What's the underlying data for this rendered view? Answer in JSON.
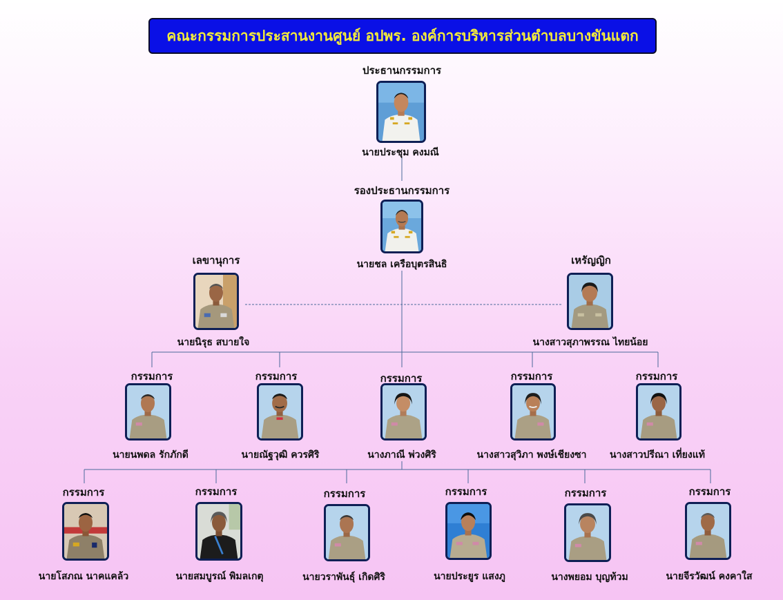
{
  "title": "คณะกรรมการประสานงานศูนย์ อปพร. องค์การบริหารส่วนตำบลบางขันแตก",
  "colors": {
    "title_bg": "#0a10e6",
    "title_text": "#f4ec3a",
    "line": "#4a6a9a",
    "photo_border": "#0e1f55"
  },
  "chairman": {
    "role": "ประธานกรรมการ",
    "name": "นายประชุม  คงมณี",
    "portrait": "person-white-uniform-photo"
  },
  "vice_chairman": {
    "role": "รองประธานกรรมการ",
    "name": "นายชล  เครือบุตรสินธิ",
    "portrait": "person-white-uniform-photo"
  },
  "secretary": {
    "role": "เลขานุการ",
    "name": "นายนิรุธ  สบายใจ",
    "portrait": "person-khaki-uniform-photo"
  },
  "treasurer": {
    "role": "เหรัญญิก",
    "name": "นางสาวสุภาพรรณ  ไทยน้อย",
    "portrait": "person-khaki-uniform-photo"
  },
  "committee_row1": [
    {
      "role": "กรรมการ",
      "name": "นายนพดล   รักภักดี"
    },
    {
      "role": "กรรมการ",
      "name": "นายณัฐวุฒิ  ควรศิริ"
    },
    {
      "role": "กรรมการ",
      "name": "นางภาณี  พ่วงศิริ"
    },
    {
      "role": "กรรมการ",
      "name": "นางสาวสุวิภา  พงษ์เชียงซา"
    },
    {
      "role": "กรรมการ",
      "name": "นางสาวปรีณา  เที่ยงแท้"
    }
  ],
  "committee_row2": [
    {
      "role": "กรรมการ",
      "name": "นายโสภณ  นาคแคล้ว"
    },
    {
      "role": "กรรมการ",
      "name": "นายสมบูรณ์  พิมลเกตุ"
    },
    {
      "role": "กรรมการ",
      "name": "นายวราพันธุ์  เกิดศิริ"
    },
    {
      "role": "กรรมการ",
      "name": "นายประยูร  แสงภู"
    },
    {
      "role": "กรรมการ",
      "name": "นางพยอม  บุญท้วม"
    },
    {
      "role": "กรรมการ",
      "name": "นายจีรวัฒน์  คงคาใส"
    }
  ]
}
